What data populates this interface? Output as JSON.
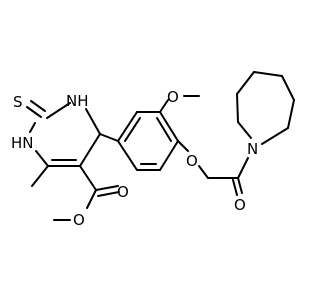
{
  "colors": {
    "bond": "#000000",
    "background": "#ffffff"
  },
  "atoms": [
    {
      "id": "S",
      "label": "S",
      "role": "thione-sulfur"
    },
    {
      "id": "NH1",
      "label": "NH",
      "role": "ring-nitrogen-top"
    },
    {
      "id": "HN2",
      "label": "HN",
      "role": "ring-nitrogen-bottom"
    },
    {
      "id": "O1",
      "label": "O",
      "role": "methoxy-oxygen"
    },
    {
      "id": "O2",
      "label": "O",
      "role": "ether-oxygen"
    },
    {
      "id": "N3",
      "label": "N",
      "role": "azepane-nitrogen"
    },
    {
      "id": "O3",
      "label": "O",
      "role": "amide-carbonyl-oxygen"
    },
    {
      "id": "O4",
      "label": "O",
      "role": "ester-carbonyl-oxygen"
    },
    {
      "id": "O5",
      "label": "O",
      "role": "ester-oxygen"
    }
  ]
}
